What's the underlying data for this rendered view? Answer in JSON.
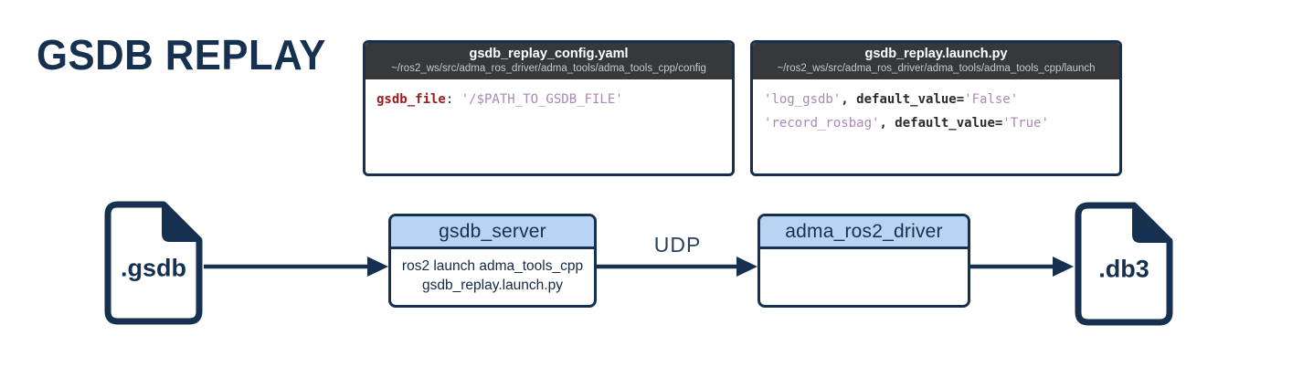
{
  "title": "GSDB REPLAY",
  "colors": {
    "navy": "#16314f",
    "code_header_bg": "#36393c",
    "code_path_text": "#c8c8c8",
    "yaml_key_red": "#9b1c1c",
    "string_purple": "#a987b6",
    "node_header_blue": "#b8d4f2"
  },
  "config_boxes": [
    {
      "filename": "gsdb_replay_config.yaml",
      "path": "~/ros2_ws/src/adma_ros_driver/adma_tools/adma_tools_cpp/config",
      "code_key": "gsdb_file",
      "code_sep": ": ",
      "code_value": "'/$PATH_TO_GSDB_FILE'"
    },
    {
      "filename": "gsdb_replay.launch.py",
      "path": "~/ros2_ws/src/adma_ros_driver/adma_tools/adma_tools_cpp/launch",
      "lines": [
        {
          "arg": "'log_gsdb'",
          "mid": ", default_value=",
          "value": "'False'"
        },
        {
          "arg": "'record_rosbag'",
          "mid": ", default_value=",
          "value": "'True'"
        }
      ]
    }
  ],
  "flow": {
    "input_file_label": ".gsdb",
    "server": {
      "title": "gsdb_server",
      "body_line1": "ros2 launch adma_tools_cpp",
      "body_line2": "gsdb_replay.launch.py"
    },
    "udp_label": "UDP",
    "driver": {
      "title": "adma_ros2_driver"
    },
    "output_file_label": ".db3"
  }
}
